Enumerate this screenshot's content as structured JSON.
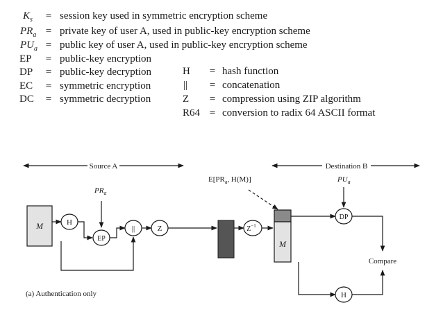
{
  "legend": {
    "left": [
      {
        "sym_main": "K",
        "sym_sub": "s",
        "italic": true,
        "eq": "=",
        "desc": "session key used in symmetric encryption scheme"
      },
      {
        "sym_main": "PR",
        "sym_sub": "a",
        "italic": true,
        "eq": "=",
        "desc": "private key of user A, used in public-key encryption scheme"
      },
      {
        "sym_main": "PU",
        "sym_sub": "a",
        "italic": true,
        "eq": "=",
        "desc": "public key of user A, used in public-key encryption scheme"
      },
      {
        "sym_main": "EP",
        "sym_sub": "",
        "italic": false,
        "eq": "=",
        "desc": "public-key encryption"
      },
      {
        "sym_main": "DP",
        "sym_sub": "",
        "italic": false,
        "eq": "=",
        "desc": "public-key decryption"
      },
      {
        "sym_main": "EC",
        "sym_sub": "",
        "italic": false,
        "eq": "=",
        "desc": "symmetric encryption"
      },
      {
        "sym_main": "DC",
        "sym_sub": "",
        "italic": false,
        "eq": "=",
        "desc": "symmetric decryption"
      }
    ],
    "right": [
      {
        "sym": "H",
        "eq": "=",
        "desc": "hash function"
      },
      {
        "sym": "||",
        "eq": "=",
        "desc": "concatenation"
      },
      {
        "sym": "Z",
        "eq": "=",
        "desc": "compression using ZIP algorithm"
      },
      {
        "sym": "R64",
        "eq": "=",
        "desc": "conversion to radix 64 ASCII format"
      }
    ]
  },
  "diagram": {
    "source_label": "Source A",
    "destination_label": "Destination B",
    "signature_label": "E[PR",
    "signature_sub": "a",
    "signature_rest": ", H(M)]",
    "pr_label": "PR",
    "pr_sub": "a",
    "pu_label": "PU",
    "pu_sub": "a",
    "m_label": "M",
    "m_dest_label": "M",
    "h_label": "H",
    "ep_label": "EP",
    "concat_label": "||",
    "z_label": "Z",
    "zinv_label": "Z",
    "zinv_sup": "−1",
    "dp_label": "DP",
    "h2_label": "H",
    "compare_label": "Compare",
    "caption": "(a) Authentication only",
    "colors": {
      "block_gray": "#e3e3e3",
      "dark_block": "#555555",
      "sig_block": "#8a8a8a",
      "line": "#1a1a1a"
    }
  }
}
